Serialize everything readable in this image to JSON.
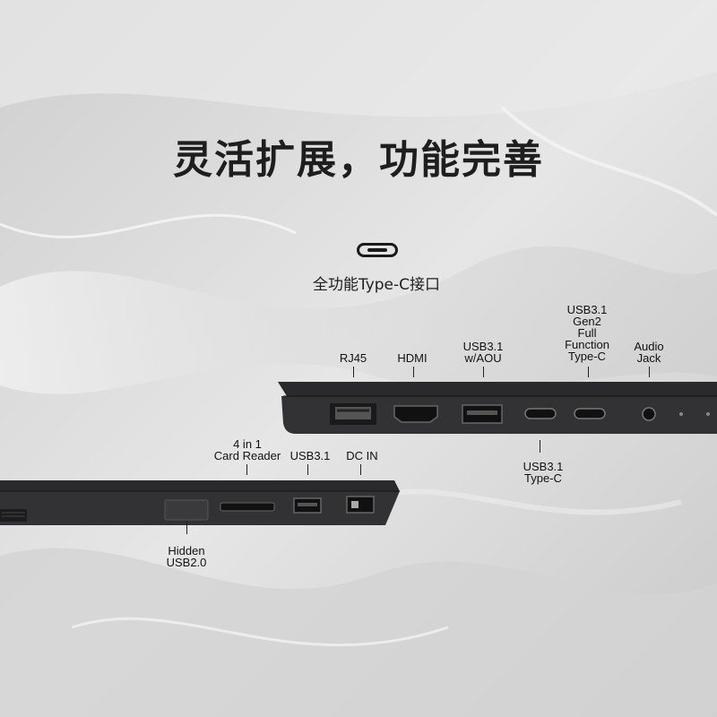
{
  "headline": "灵活扩展，功能完善",
  "subtitle": "全功能Type-C接口",
  "right_side_ports": {
    "rj45": "RJ45",
    "hdmi": "HDMI",
    "usb31_aou": "USB3.1\nw/AOU",
    "usb31_gen2": "USB3.1\nGen2\nFull\nFunction\nType-C",
    "audio": "Audio\nJack",
    "usb31_typec": "USB3.1\nType-C"
  },
  "left_side_ports": {
    "card_reader": "4 in 1\nCard Reader",
    "usb31": "USB3.1",
    "dc_in": "DC IN",
    "hidden_usb": "Hidden\nUSB2.0"
  },
  "colors": {
    "laptop_body": "#2a2a2c",
    "background": "#dcdcdc",
    "text": "#111111"
  }
}
